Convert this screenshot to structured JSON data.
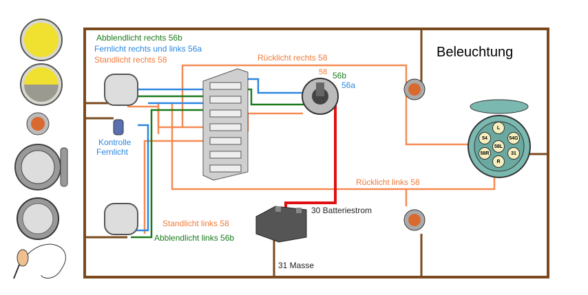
{
  "title": "Beleuchtung",
  "labels": {
    "abblend_rechts": "Abblendlicht rechts 56b",
    "fern": "Fernlicht rechts und links 56a",
    "stand_rechts": "Standlicht rechts 58",
    "rueck_rechts": "Rücklicht rechts 58",
    "rueck_links": "Rücklicht links 58",
    "kontrolle": "Kontrolle",
    "fernlicht": "Fernlicht",
    "stand_links": "Standlicht links 58",
    "abblend_links": "Abblendlicht links 56b",
    "batterie": "30 Batteriestrom",
    "masse": "31 Masse",
    "switch_58": "58",
    "switch_56b": "56b",
    "switch_56a": "56a"
  },
  "socket_pins": [
    "L",
    "54",
    "54G",
    "58L",
    "58R",
    "31",
    "R"
  ],
  "colors": {
    "frame": "#7a4a1e",
    "orange": "#f58a52",
    "blue": "#2a86e0",
    "green": "#1a7a1a",
    "red": "#e01010",
    "brown": "#7a4a1e"
  }
}
